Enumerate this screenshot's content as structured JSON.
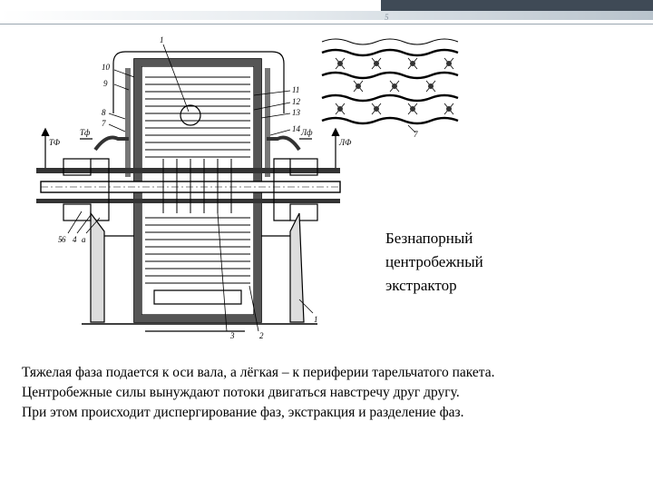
{
  "slide": {
    "number": "5"
  },
  "caption": {
    "lines": [
      "Безнапорный",
      "центробежный",
      "экстрактор"
    ]
  },
  "body": {
    "lines": [
      "Тяжелая фаза подается к оси вала, а лёгкая – к периферии тарельчатого пакета.",
      "Центробежные силы вынуждают потоки двигаться навстречу друг другу.",
      "При этом происходит диспергирование фаз, экстракция и разделение фаз."
    ]
  },
  "figure": {
    "labels": {
      "l1": "1",
      "l10": "10",
      "l9": "9",
      "l8": "8",
      "l7": "7",
      "l11": "11",
      "l12": "12",
      "l13": "13",
      "l14": "14",
      "l6": "6",
      "l5": "5",
      "l4": "4",
      "la": "а",
      "l3": "3",
      "l2": "2",
      "l1b": "1",
      "tf_left": "ТФ",
      "tf_top": "Тф",
      "lf_top": "Лф",
      "lf_right": "ЛФ",
      "detail_7": "7"
    }
  }
}
